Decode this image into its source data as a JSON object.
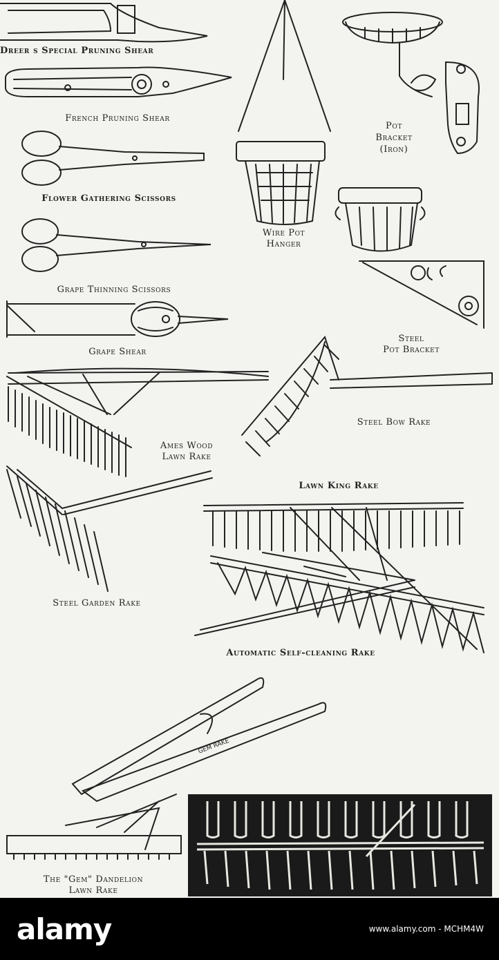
{
  "captions": {
    "dreers_shear": "Dreer s Special Pruning Shear",
    "french_shear": "French Pruning Shear",
    "flower_scissors": "Flower Gathering Scissors",
    "grape_thinning": "Grape Thinning Scissors",
    "grape_shear": "Grape Shear",
    "wire_pot_hanger_1": "Wire Pot",
    "wire_pot_hanger_2": "Hanger",
    "pot_bracket_1": "Pot",
    "pot_bracket_2": "Bracket",
    "pot_bracket_3": "(Iron)",
    "steel_pot_bracket_1": "Steel",
    "steel_pot_bracket_2": "Pot Bracket",
    "steel_bow_rake": "Steel Bow Rake",
    "ames_rake_1": "Ames Wood",
    "ames_rake_2": "Lawn Rake",
    "lawn_king": "Lawn King Rake",
    "steel_garden_rake": "Steel Garden Rake",
    "automatic_rake": "Automatic Self-cleaning Rake",
    "gem_rake_1": "The \"Gem\" Dandelion",
    "gem_rake_2": "Lawn Rake",
    "gem_handle_label": "GEM RAKE"
  },
  "footer": {
    "logo": "alamy",
    "image_id": "www.alamy.com - MCHM4W"
  }
}
